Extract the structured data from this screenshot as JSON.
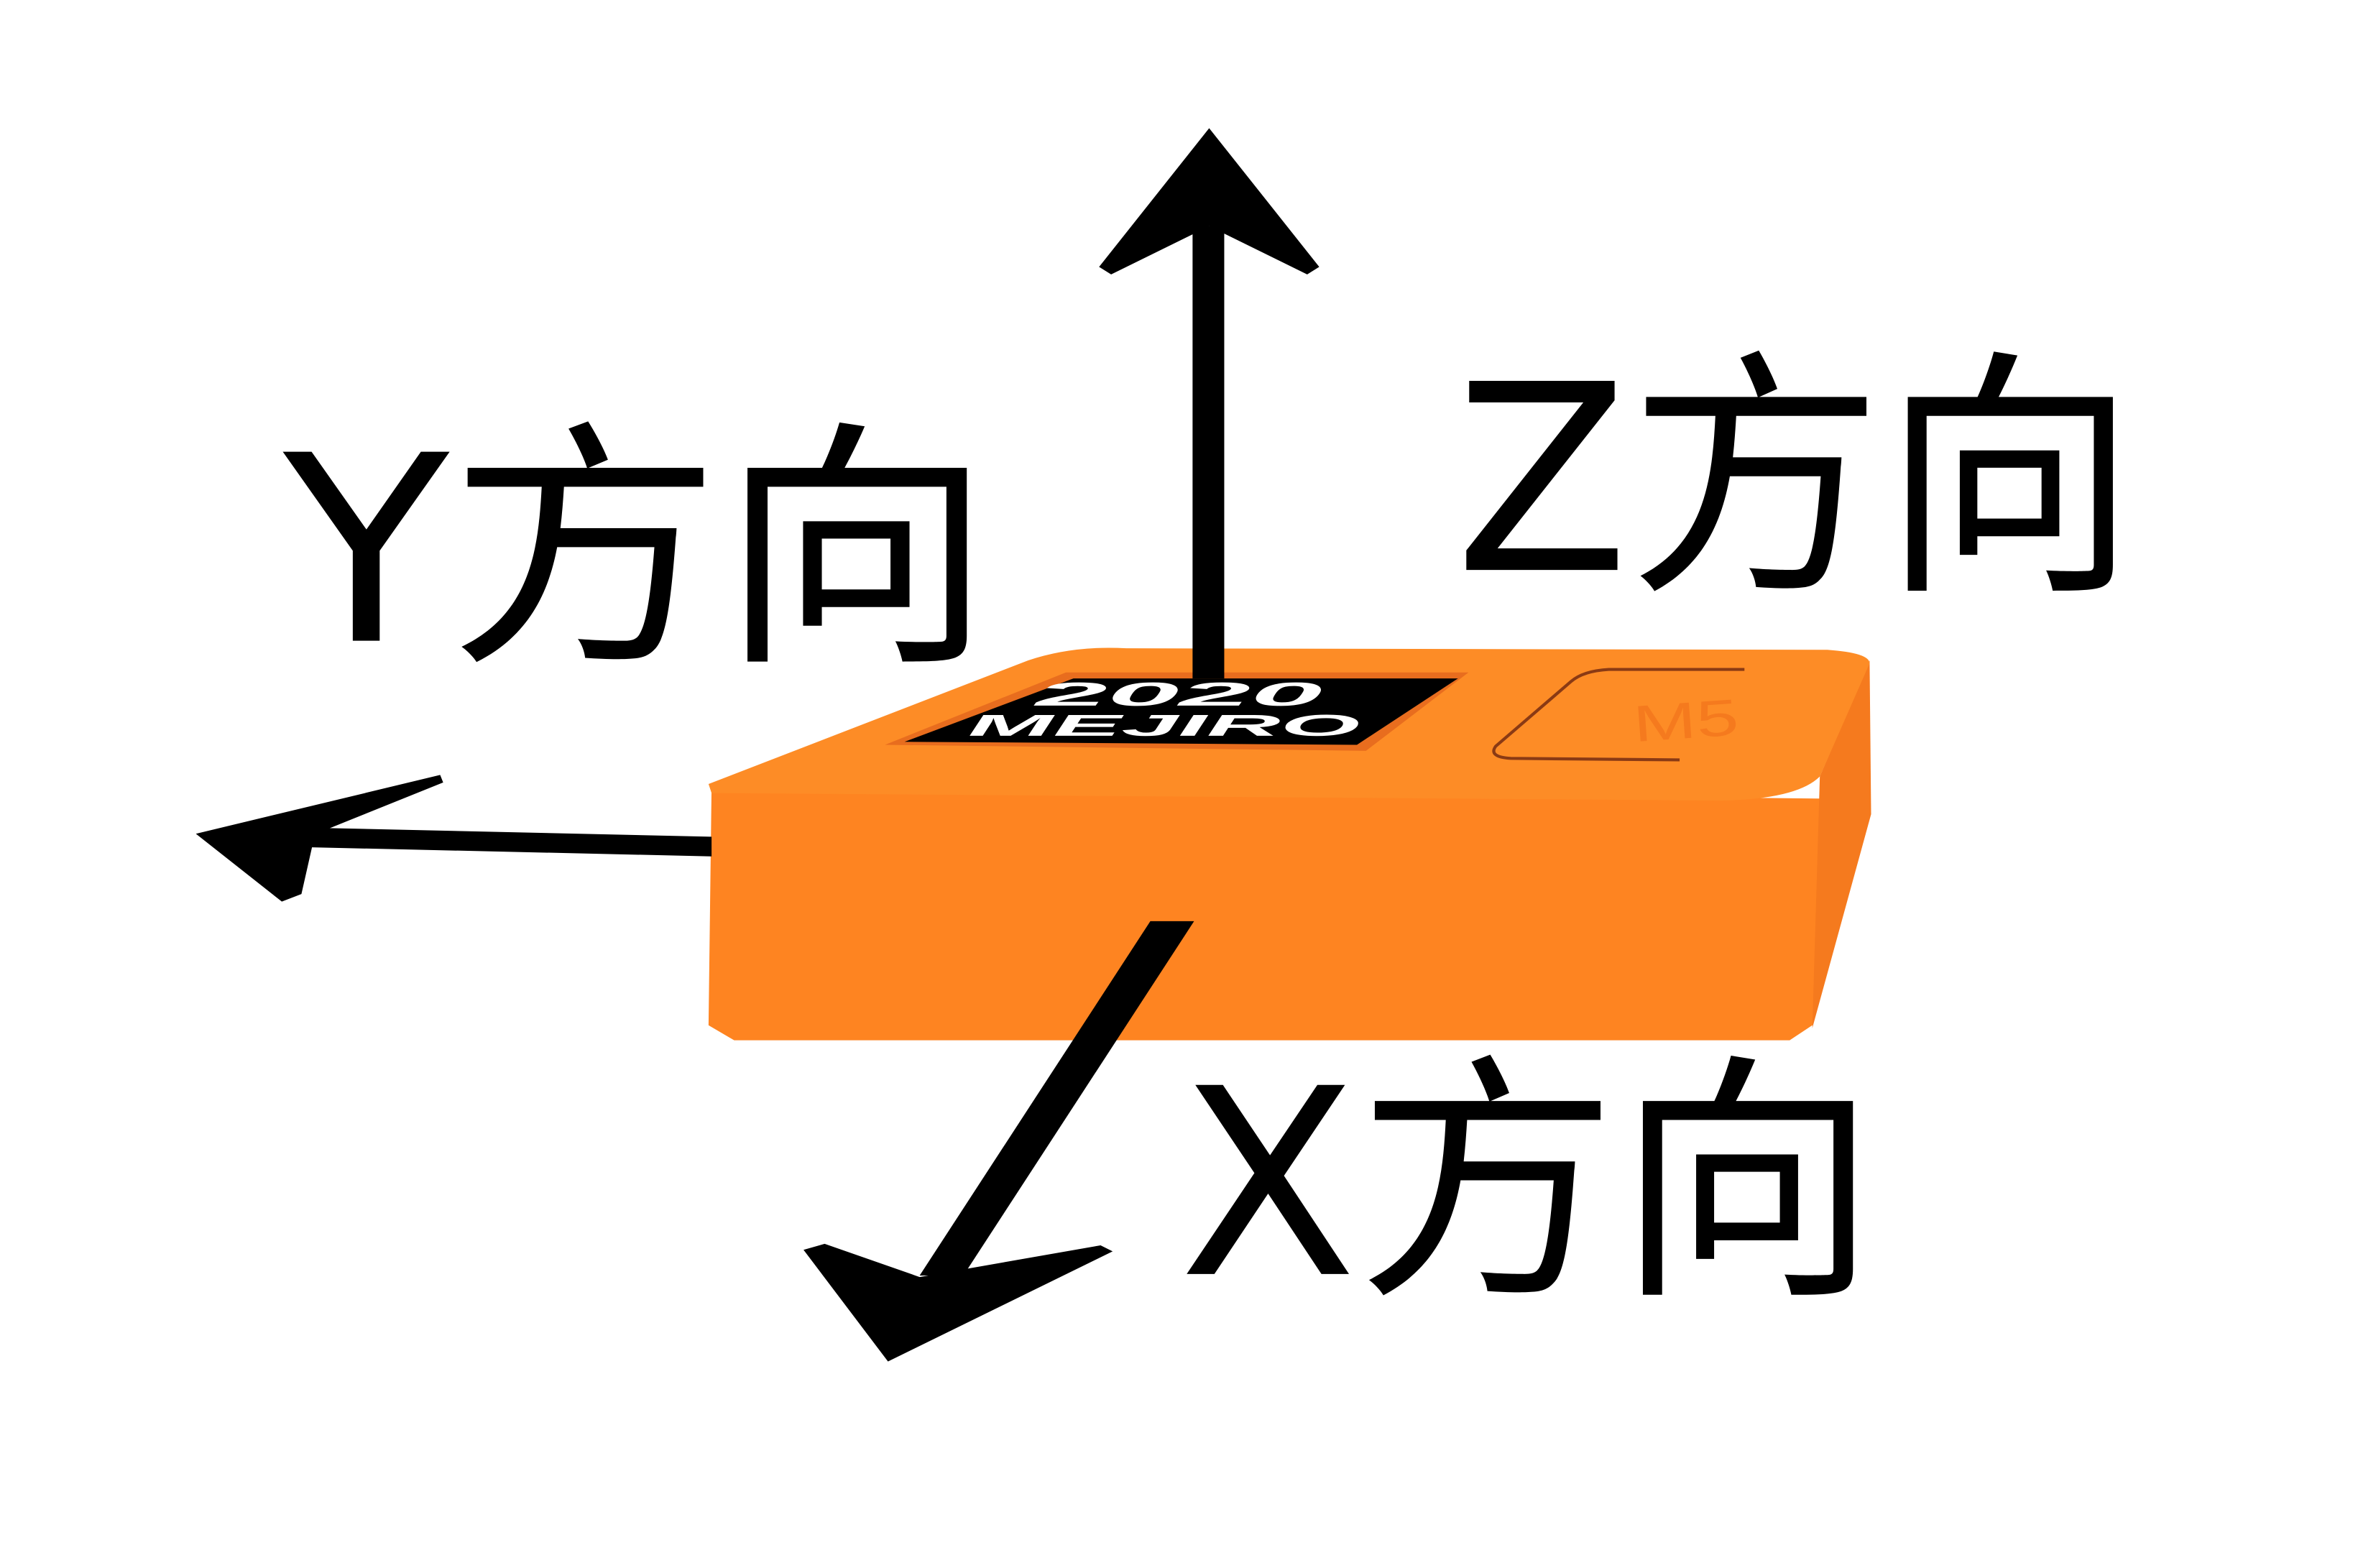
{
  "diagram": {
    "axes": [
      {
        "id": "z",
        "label": "Z方向"
      },
      {
        "id": "y",
        "label": "Y方向"
      },
      {
        "id": "x",
        "label": "X方向"
      }
    ],
    "device": {
      "plate_line1": "2020",
      "plate_line2": "MEJIRO",
      "logo": "M5"
    },
    "colors": {
      "body": "#fe8421",
      "top": "#fd8c26",
      "side": "#f57a1e",
      "plate": "#000000",
      "arrow": "#000000"
    }
  }
}
